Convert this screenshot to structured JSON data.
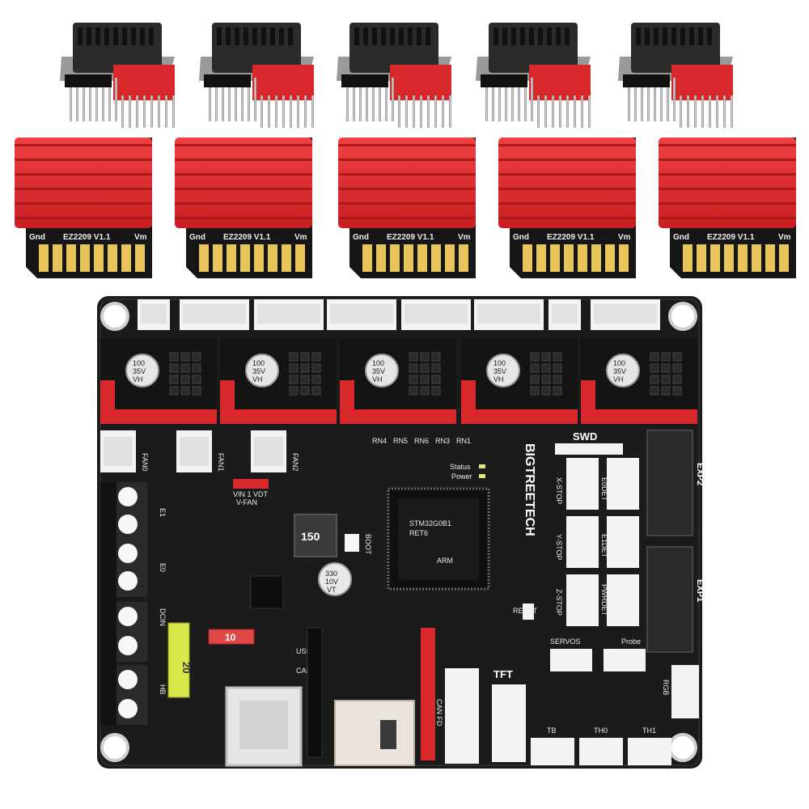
{
  "drivers": {
    "heatsink_labels": {
      "gnd": "Gnd",
      "model": "EZ2209 V1.1",
      "vm": "Vm"
    },
    "count": 5
  },
  "board": {
    "brand": "BIGTREETECH",
    "swd": "SWD",
    "exp1": "EXP1",
    "exp2": "EXP2",
    "stops": [
      "X-STOP",
      "Y-STOP",
      "Z-STOP"
    ],
    "detects": [
      "E0DET",
      "E1DET",
      "PWRDET"
    ],
    "servos": "SERVOS",
    "probe": "Probe",
    "tft": "TFT",
    "rgb": "RGB",
    "thermistors": [
      "TB",
      "TH0",
      "TH1"
    ],
    "can_fd": "CAN FD",
    "usb": "USB",
    "can": "CAN",
    "boot": "BOOT",
    "reset": "RESET",
    "inductor": "150",
    "fuse_small": "10",
    "fuse_big": "20",
    "vfan": "V-FAN",
    "vin_vdt": "VIN 1 VDT",
    "mcu_lines": [
      "STM32G0B1",
      "RET6",
      "ARM"
    ],
    "rn_labels": [
      "RN4",
      "RN5",
      "RN6",
      "RN3",
      "RN1"
    ],
    "status": "Status",
    "power": "Power",
    "cap_text": [
      "100",
      "35V",
      "VH"
    ],
    "cap2_text": [
      "330",
      "10V",
      "VT"
    ],
    "terminals": [
      "E1",
      "E0",
      "DCIN",
      "HB"
    ],
    "fans": [
      "FAN0",
      "FAN1",
      "FAN2"
    ]
  },
  "colors": {
    "pcb": "#1b1b1b",
    "red": "#d8282b",
    "heatsink": "#e03030",
    "gold": "#e8c45a",
    "connector_white": "#f3f3f3"
  }
}
